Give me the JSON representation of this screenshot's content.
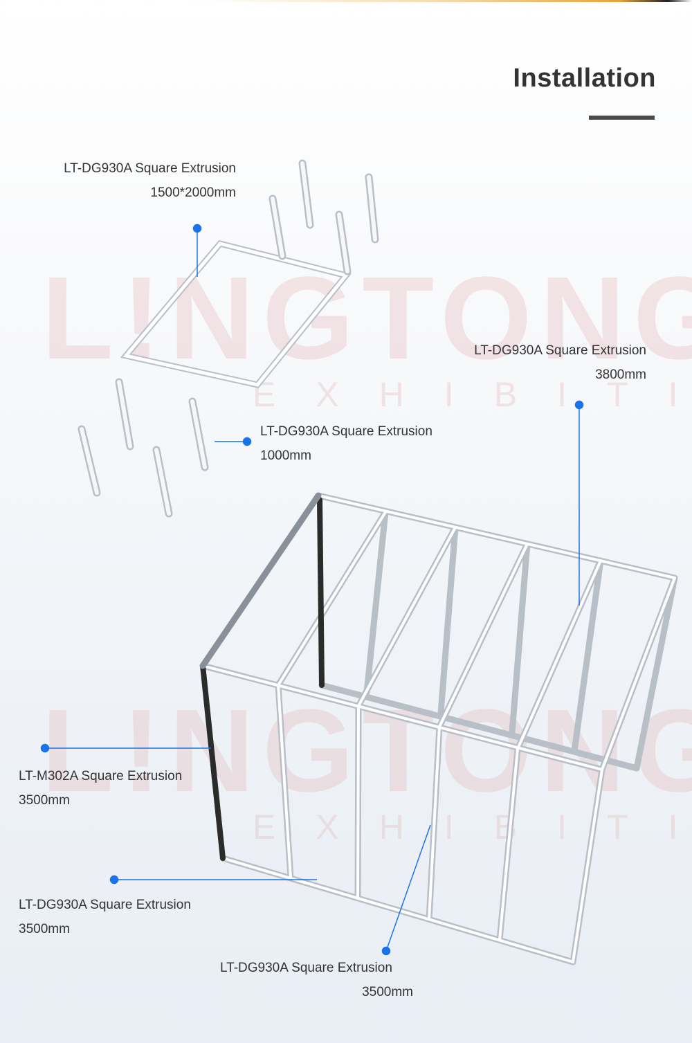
{
  "header": {
    "title": "Installation"
  },
  "watermark": {
    "brand": "L!NGTONG",
    "sub": "EXHIBITION"
  },
  "colors": {
    "accent": "#1a73e8",
    "frame": "#cfd4da",
    "dark_profile": "#2b2b2b",
    "title": "#333333"
  },
  "callouts": [
    {
      "name": "LT-DG930A Square Extrusion",
      "size": "1500*2000mm"
    },
    {
      "name": "LT-DG930A Square Extrusion",
      "size": "3800mm"
    },
    {
      "name": "LT-DG930A Square Extrusion",
      "size": "1000mm"
    },
    {
      "name": "LT-M302A Square Extrusion",
      "size": "3500mm"
    },
    {
      "name": "LT-DG930A Square Extrusion",
      "size": "3500mm"
    },
    {
      "name": "LT-DG930A Square Extrusion",
      "size": "3500mm"
    }
  ]
}
